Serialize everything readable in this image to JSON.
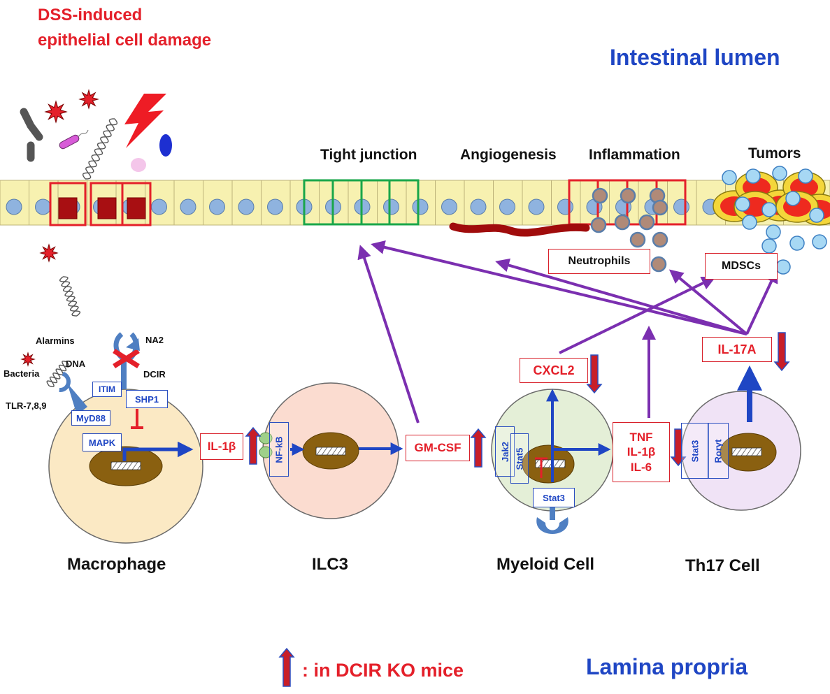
{
  "titles": {
    "damage_line1": "DSS-induced",
    "damage_line2": "epithelial cell damage",
    "lumen": "Intestinal lumen",
    "lamina": "Lamina propria"
  },
  "region_labels": {
    "tight_junction": "Tight junction",
    "angiogenesis": "Angiogenesis",
    "inflammation": "Inflammation",
    "tumors": "Tumors"
  },
  "macrophage_labels": {
    "alarmins": "Alarmins",
    "bacteria": "Bacteria",
    "dna": "DNA",
    "tlr": "TLR-7,8,9",
    "na2": "NA2",
    "dcir": "DCIR",
    "itim": "ITIM",
    "shp1": "SHP1",
    "myd88": "MyD88",
    "mapk": "MAPK"
  },
  "factor_boxes": {
    "il1b": "IL-1β",
    "nfkb": "NF-kB",
    "gmcsf": "GM-CSF",
    "cxcl2": "CXCL2",
    "tnf": "TNF",
    "il1b_2": "IL-1β",
    "il6": "IL-6",
    "il17a": "IL-17A",
    "neutrophils": "Neutrophils",
    "mdscs": "MDSCs",
    "jak2": "Jak2",
    "stat5": "Stat5",
    "stat3_myeloid": "Stat3",
    "stat3_th17": "Stat3",
    "roryt": "Rorγt"
  },
  "cell_names": {
    "macrophage": "Macrophage",
    "ilc3": "ILC3",
    "myeloid": "Myeloid Cell",
    "th17": "Th17 Cell"
  },
  "legend": {
    "text": ": in DCIR KO mice"
  },
  "colors": {
    "red": "#e4202a",
    "blue": "#1f46c4",
    "purple": "#7b2fb0",
    "epithelium": "#f7f1b0",
    "green": "#19a64a",
    "nucleus": "#8a6010"
  }
}
